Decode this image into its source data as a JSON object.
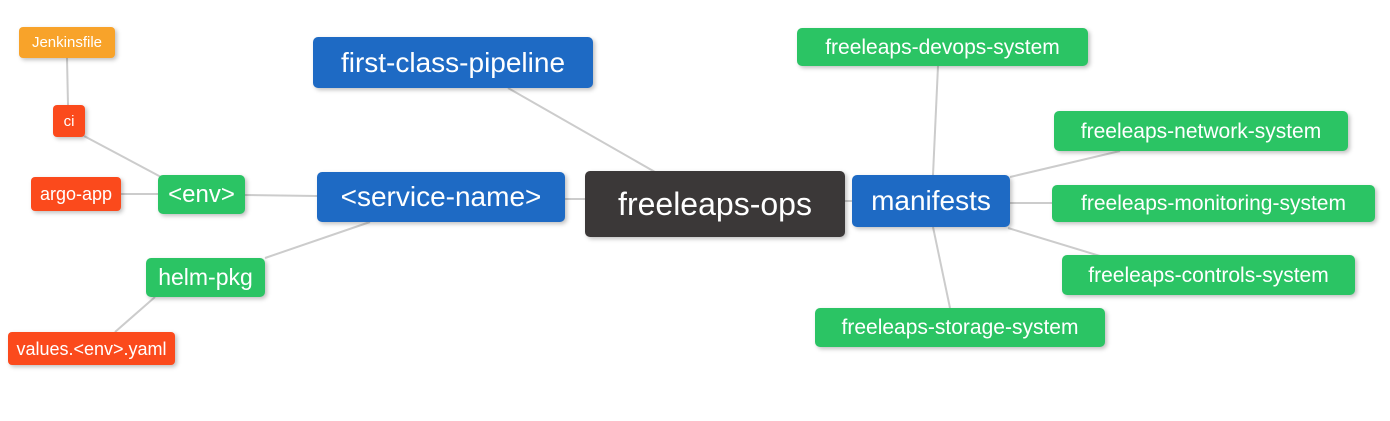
{
  "diagram": {
    "kind": "mindmap",
    "background": "#FFFFFF",
    "palette": {
      "blue": "#1E6AC4",
      "green": "#2BC464",
      "red": "#FB4A1C",
      "orange": "#F8A32A",
      "dark": "#3B3838",
      "edge": "#CCCCCC",
      "text": "#FFFFFF"
    },
    "nodes": {
      "freeleaps_ops": {
        "label": "freeleaps-ops",
        "color": "dark"
      },
      "first_class_pipeline": {
        "label": "first-class-pipeline",
        "color": "blue"
      },
      "service_name": {
        "label": "<service-name>",
        "color": "blue"
      },
      "manifests": {
        "label": "manifests",
        "color": "blue"
      },
      "env": {
        "label": "<env>",
        "color": "green"
      },
      "helm_pkg": {
        "label": "helm-pkg",
        "color": "green"
      },
      "ci": {
        "label": "ci",
        "color": "red"
      },
      "argo_app": {
        "label": "argo-app",
        "color": "red"
      },
      "values_env_yaml": {
        "label": "values.<env>.yaml",
        "color": "red"
      },
      "jenkinsfile": {
        "label": "Jenkinsfile",
        "color": "orange"
      },
      "devops_system": {
        "label": "freeleaps-devops-system",
        "color": "green"
      },
      "network_system": {
        "label": "freeleaps-network-system",
        "color": "green"
      },
      "monitoring_system": {
        "label": "freeleaps-monitoring-system",
        "color": "green"
      },
      "controls_system": {
        "label": "freeleaps-controls-system",
        "color": "green"
      },
      "storage_system": {
        "label": "freeleaps-storage-system",
        "color": "green"
      }
    },
    "edges": [
      [
        "jenkinsfile",
        "ci"
      ],
      [
        "ci",
        "env"
      ],
      [
        "argo_app",
        "env"
      ],
      [
        "env",
        "service_name"
      ],
      [
        "helm_pkg",
        "service_name"
      ],
      [
        "values_env_yaml",
        "helm_pkg"
      ],
      [
        "first_class_pipeline",
        "freeleaps_ops"
      ],
      [
        "service_name",
        "freeleaps_ops"
      ],
      [
        "freeleaps_ops",
        "manifests"
      ],
      [
        "manifests",
        "devops_system"
      ],
      [
        "manifests",
        "network_system"
      ],
      [
        "manifests",
        "monitoring_system"
      ],
      [
        "manifests",
        "controls_system"
      ],
      [
        "manifests",
        "storage_system"
      ]
    ]
  }
}
